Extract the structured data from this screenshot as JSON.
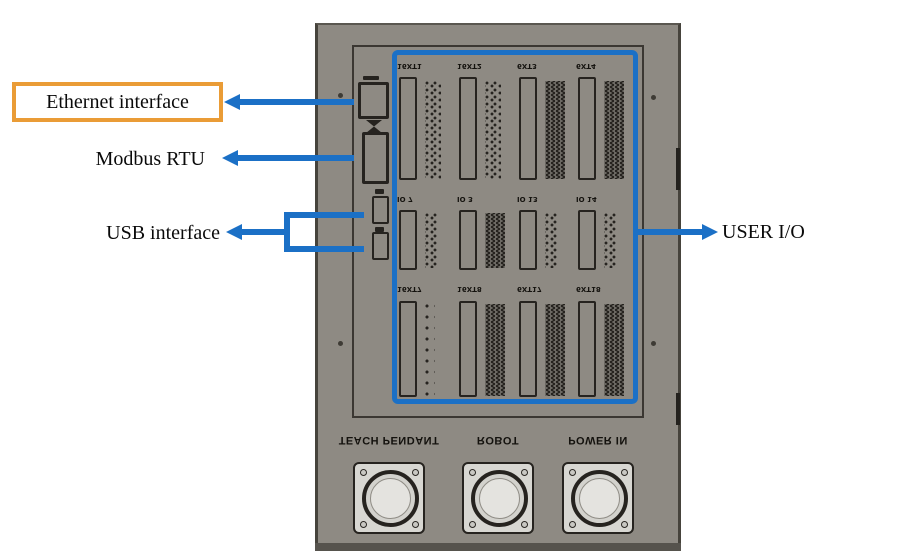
{
  "colors": {
    "panel": "#8e8a83",
    "strip": "#56534d",
    "outline": "#26231f",
    "blue": "#1b70c6",
    "orange": "#ea9c36",
    "plate": "#d8d7d2",
    "plate-inner": "#e4e3df"
  },
  "callouts": {
    "ethernet": {
      "label": "Ethernet interface",
      "highlighted": true,
      "highlight_color": "#ea9c36"
    },
    "modbus": {
      "label": "Modbus RTU"
    },
    "usb": {
      "label": "USB interface"
    },
    "user_io": {
      "label": "USER I/O"
    }
  },
  "panel": {
    "io_groups": [
      {
        "row": 1,
        "col": 1,
        "label": "16XT1",
        "density": "normal"
      },
      {
        "row": 1,
        "col": 2,
        "label": "16XT2",
        "density": "normal"
      },
      {
        "row": 1,
        "col": 3,
        "label": "6XT3",
        "density": "dense"
      },
      {
        "row": 1,
        "col": 4,
        "label": "6XT4",
        "density": "dense"
      },
      {
        "row": 2,
        "col": 1,
        "label": "IO 7",
        "density": "normal"
      },
      {
        "row": 2,
        "col": 2,
        "label": "IO 3",
        "density": "dense"
      },
      {
        "row": 2,
        "col": 3,
        "label": "IO 13",
        "density": "normal"
      },
      {
        "row": 2,
        "col": 4,
        "label": "IO 14",
        "density": "normal"
      },
      {
        "row": 3,
        "col": 1,
        "label": "16XT7",
        "density": "sparse"
      },
      {
        "row": 3,
        "col": 2,
        "label": "16XT8",
        "density": "dense"
      },
      {
        "row": 3,
        "col": 3,
        "label": "6XT17",
        "density": "dense"
      },
      {
        "row": 3,
        "col": 4,
        "label": "6XT18",
        "density": "dense"
      }
    ],
    "bottom_connectors": [
      {
        "label": "TEACH PENDANT"
      },
      {
        "label": "ROBOT"
      },
      {
        "label": "POWER IN"
      }
    ]
  }
}
